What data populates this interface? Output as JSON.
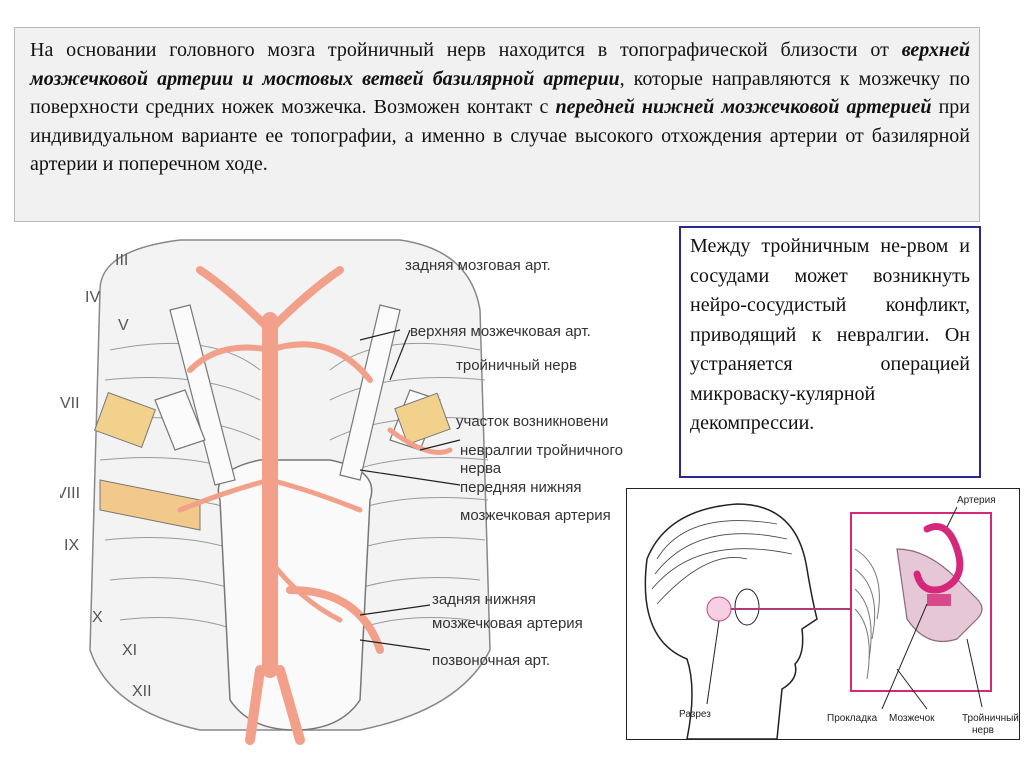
{
  "paragraph": {
    "p1": "На основании головного мозга тройничный нерв находится в топографической близости от ",
    "b1": "верхней мозжечковой артерии и мостовых ветвей базилярной артерии",
    "p2": ", которые направляются к мозжечку по поверхности средних ножек мозжечка.  Возможен контакт с ",
    "b2": "передней нижней мозжечковой артерией",
    "p3": " при индивидуальном варианте ее топографии, а именно в случае высокого отхождения артерии от базилярной артерии и поперечном ходе."
  },
  "side_note": "Между тройничным не-рвом и сосудами может возникнуть нейро-сосудистый конфликт, приводящий к невралгии. Он устраняется операцией микроваску-кулярной декомпрессии.",
  "left_diagram": {
    "nerve_numerals": [
      "III",
      "IV",
      "V",
      "VII",
      "VIII",
      "IX",
      "X",
      "XI",
      "XII"
    ],
    "labels": {
      "post_cerebral": "задняя мозговая арт.",
      "sup_cerebellar": "верхняя мозжечковая арт.",
      "trigeminal": "тройничный нерв",
      "site1": "участок возникновени",
      "site2": "невралгии тройничного",
      "site3": "нерва",
      "aica1": "передняя нижняя",
      "aica2": "мозжечковая артерия",
      "pica1": "задняя нижняя",
      "pica2": "мозжечковая артерия",
      "vertebral": "позвоночная арт."
    }
  },
  "right_diagram": {
    "labels": {
      "artery": "Артерия",
      "incision": "Разрез",
      "pad": "Прокладка",
      "cerebellum": "Мозжечок",
      "trigeminal1": "Тройничный",
      "trigeminal2": "нерв"
    }
  },
  "colors": {
    "artery": "#f2a08a",
    "artery_magenta": "#d6287a",
    "frame_blue": "#2a2a8a",
    "highlight_pink": "#e87fb0"
  }
}
